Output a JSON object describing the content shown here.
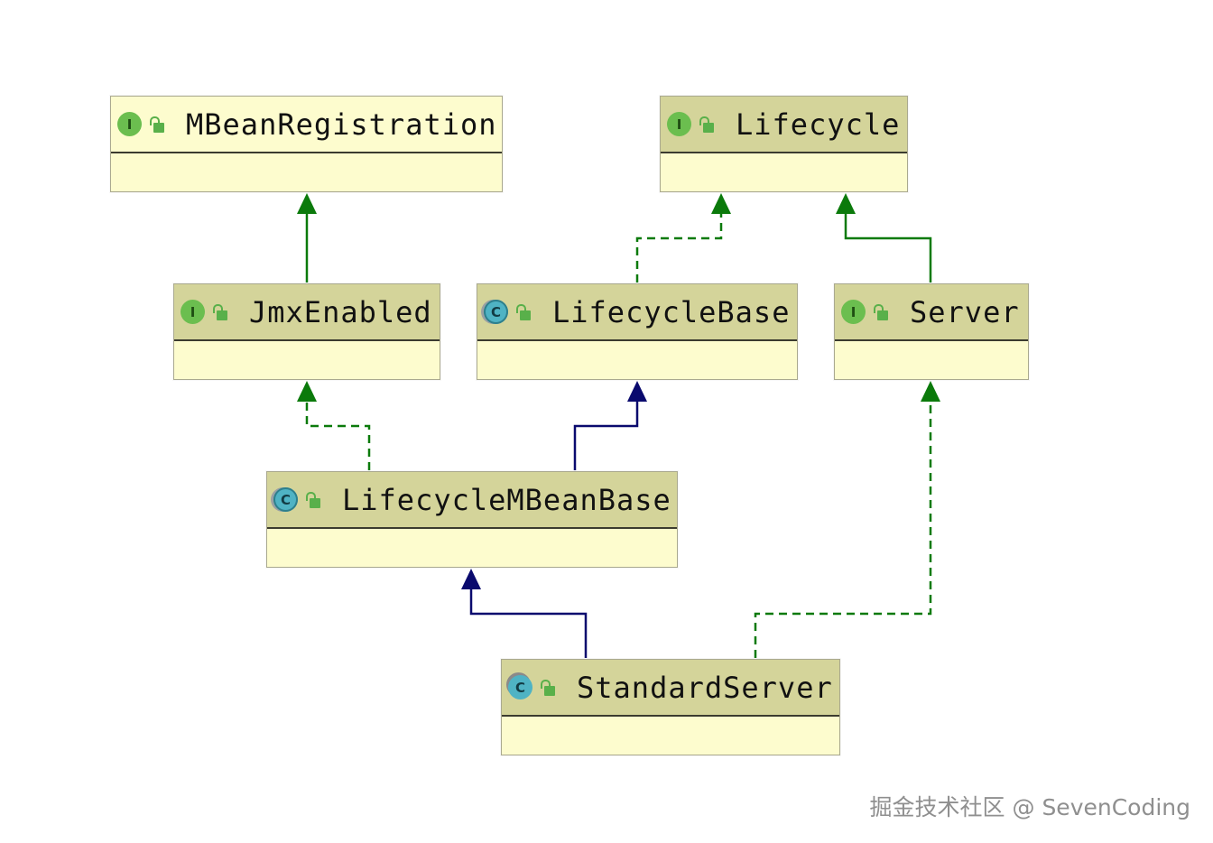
{
  "classes": {
    "mbeanregistration": {
      "name": "MBeanRegistration",
      "kind": "interface",
      "badge": "I"
    },
    "lifecycle": {
      "name": "Lifecycle",
      "kind": "interface",
      "badge": "I"
    },
    "jmxenabled": {
      "name": "JmxEnabled",
      "kind": "interface",
      "badge": "I"
    },
    "lifecyclebase": {
      "name": "LifecycleBase",
      "kind": "abstract-class",
      "badge": "C"
    },
    "server": {
      "name": "Server",
      "kind": "interface",
      "badge": "I"
    },
    "lifecyclembeanbase": {
      "name": "LifecycleMBeanBase",
      "kind": "abstract-class",
      "badge": "C"
    },
    "standardserver": {
      "name": "StandardServer",
      "kind": "final-class",
      "badge": "C"
    }
  },
  "relations": [
    {
      "from": "JmxEnabled",
      "to": "MBeanRegistration",
      "type": "extends",
      "style": "solid",
      "color": "#0b7a0b"
    },
    {
      "from": "LifecycleBase",
      "to": "Lifecycle",
      "type": "implements",
      "style": "dashed",
      "color": "#0b7a0b"
    },
    {
      "from": "Server",
      "to": "Lifecycle",
      "type": "extends",
      "style": "solid",
      "color": "#0b7a0b"
    },
    {
      "from": "LifecycleMBeanBase",
      "to": "JmxEnabled",
      "type": "implements",
      "style": "dashed",
      "color": "#0b7a0b"
    },
    {
      "from": "LifecycleMBeanBase",
      "to": "LifecycleBase",
      "type": "extends",
      "style": "solid",
      "color": "#0a0a6e"
    },
    {
      "from": "StandardServer",
      "to": "LifecycleMBeanBase",
      "type": "extends",
      "style": "solid",
      "color": "#0a0a6e"
    },
    {
      "from": "StandardServer",
      "to": "Server",
      "type": "implements",
      "style": "dashed",
      "color": "#0b7a0b"
    }
  ],
  "colors": {
    "header": "#d4d49a",
    "body": "#fdfcce",
    "interface_badge": "#6bbe4f",
    "class_badge": "#4fb3c4",
    "inherit_interface_arrow": "#0b7a0b",
    "inherit_class_arrow": "#0a0a6e"
  },
  "icons": {
    "interface": "interface-icon",
    "class": "class-icon",
    "visibility": "unlocked-icon"
  },
  "watermark": "掘金技术社区 @ SevenCoding"
}
